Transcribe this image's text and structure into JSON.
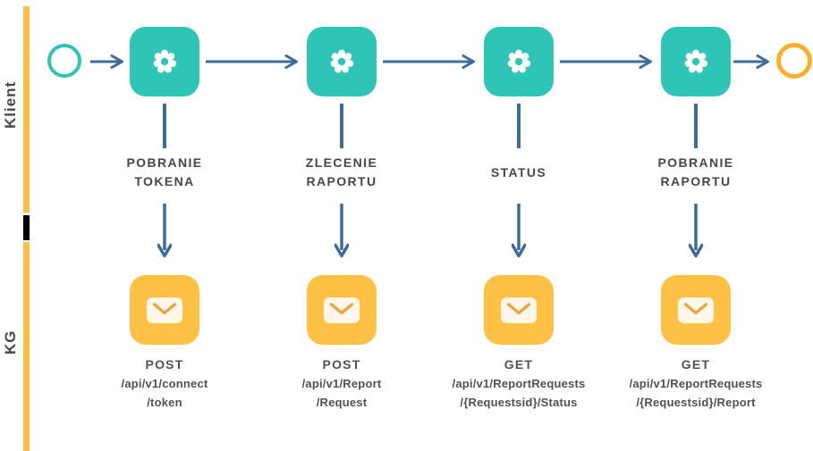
{
  "diagram": {
    "lanes": {
      "top": "Klient",
      "bottom": "KG"
    },
    "columns": [
      {
        "step": {
          "line1": "POBRANIE",
          "line2": "TOKENA"
        },
        "request": {
          "method": "POST",
          "path1": "/api/v1/connect",
          "path2": "/token"
        }
      },
      {
        "step": {
          "line1": "ZLECENIE",
          "line2": "RAPORTU"
        },
        "request": {
          "method": "POST",
          "path1": "/api/v1/Report",
          "path2": "/Request"
        }
      },
      {
        "step": {
          "line1": "STATUS"
        },
        "request": {
          "method": "GET",
          "path1": "/api/v1/ReportRequests",
          "path2": "/{Requestsid}/Status"
        }
      },
      {
        "step": {
          "line1": "POBRANIE",
          "line2": "RAPORTU"
        },
        "request": {
          "method": "GET",
          "path1": "/api/v1/ReportRequests",
          "path2": "/{Requestsid}/Report"
        }
      }
    ],
    "icons": {
      "task": "gear-icon",
      "message": "envelope-icon",
      "start": "start-event-circle",
      "end": "end-event-circle"
    }
  },
  "colors": {
    "teal": "#2EC4B6",
    "orange": "#FFC145",
    "bar_orange": "#FFBE42",
    "end_circle_orange": "#FCAE2C",
    "arrow_blue": "#3E6B9B",
    "step_text": "#47474A",
    "path_text": "#515154",
    "envelope_cream": "#FFF8EA",
    "envelope_flap": "#EEA23B",
    "divider_black": "#000000"
  }
}
